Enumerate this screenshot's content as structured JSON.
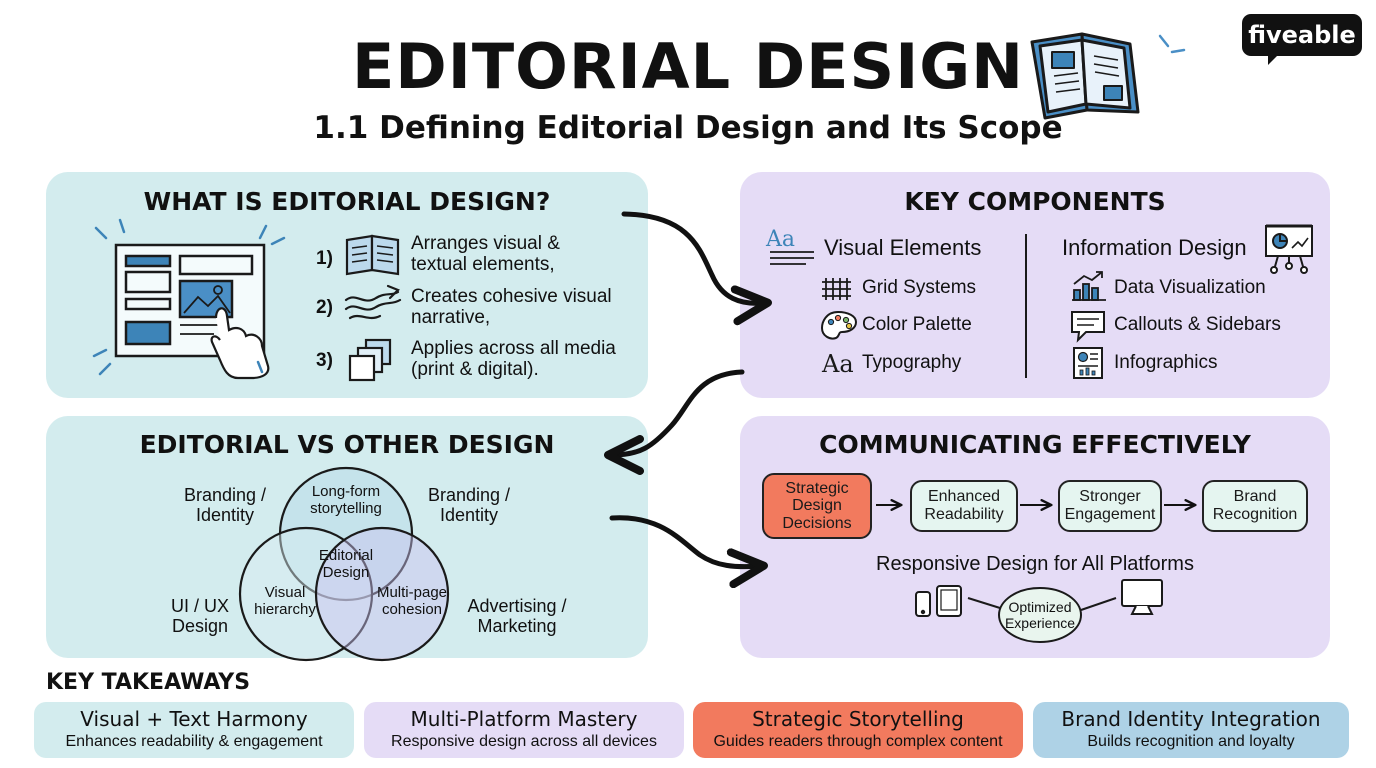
{
  "header": {
    "title": "EDITORIAL DESIGN",
    "subtitle": "1.1 Defining Editorial Design and Its Scope",
    "brand": "fiveable"
  },
  "what_is": {
    "title": "WHAT IS EDITORIAL DESIGN?",
    "items": [
      {
        "num": "1)",
        "text": "Arranges visual &\ntextual elements,"
      },
      {
        "num": "2)",
        "text": "Creates cohesive visual\nnarrative,"
      },
      {
        "num": "3)",
        "text": "Applies across all media\n(print & digital)."
      }
    ]
  },
  "key_components": {
    "title": "KEY COMPONENTS",
    "visual": {
      "heading": "Visual Elements",
      "items": [
        "Grid Systems",
        "Color Palette",
        "Typography"
      ]
    },
    "info": {
      "heading": "Information Design",
      "items": [
        "Data Visualization",
        "Callouts & Sidebars",
        "Infographics"
      ]
    }
  },
  "vs_other": {
    "title": "EDITORIAL VS OTHER DESIGN",
    "outer_labels": [
      "Branding /\nIdentity",
      "Branding /\nIdentity",
      "UI / UX\nDesign",
      "Advertising /\nMarketing"
    ],
    "venn_labels": [
      "Long-form\nstorytelling",
      "Editorial\nDesign",
      "Visual\nhierarchy",
      "Multi-page\ncohesion"
    ]
  },
  "communicating": {
    "title": "COMMUNICATING EFFECTIVELY",
    "flow": [
      "Strategic\nDesign\nDecisions",
      "Enhanced\nReadability",
      "Stronger\nEngagement",
      "Brand\nRecognition"
    ],
    "responsive_heading": "Responsive Design for All Platforms",
    "optimized": "Optimized\nExperience"
  },
  "takeaways": {
    "heading": "KEY TAKEAWAYS",
    "cards": [
      {
        "title": "Visual + Text Harmony",
        "sub": "Enhances readability & engagement"
      },
      {
        "title": "Multi-Platform Mastery",
        "sub": "Responsive design across all devices"
      },
      {
        "title": "Strategic Storytelling",
        "sub": "Guides readers through complex content"
      },
      {
        "title": "Brand Identity Integration",
        "sub": "Builds recognition and loyalty"
      }
    ]
  },
  "colors": {
    "teal_panel": "#d3ecee",
    "lavender_panel": "#e5dcf6",
    "accent_red": "#f27a5e",
    "accent_blue": "#3d84b8",
    "takeaway_blue": "#aed2e6"
  },
  "icons": [
    "open-book-icon",
    "monitor-layout-icon",
    "book-icon",
    "wave-icon",
    "layers-icon",
    "text-lines-icon",
    "grid-icon",
    "palette-icon",
    "typography-icon",
    "presentation-chart-icon",
    "bar-chart-icon",
    "callout-icon",
    "infographic-icon",
    "phone-icon",
    "tablet-icon",
    "desktop-icon"
  ]
}
